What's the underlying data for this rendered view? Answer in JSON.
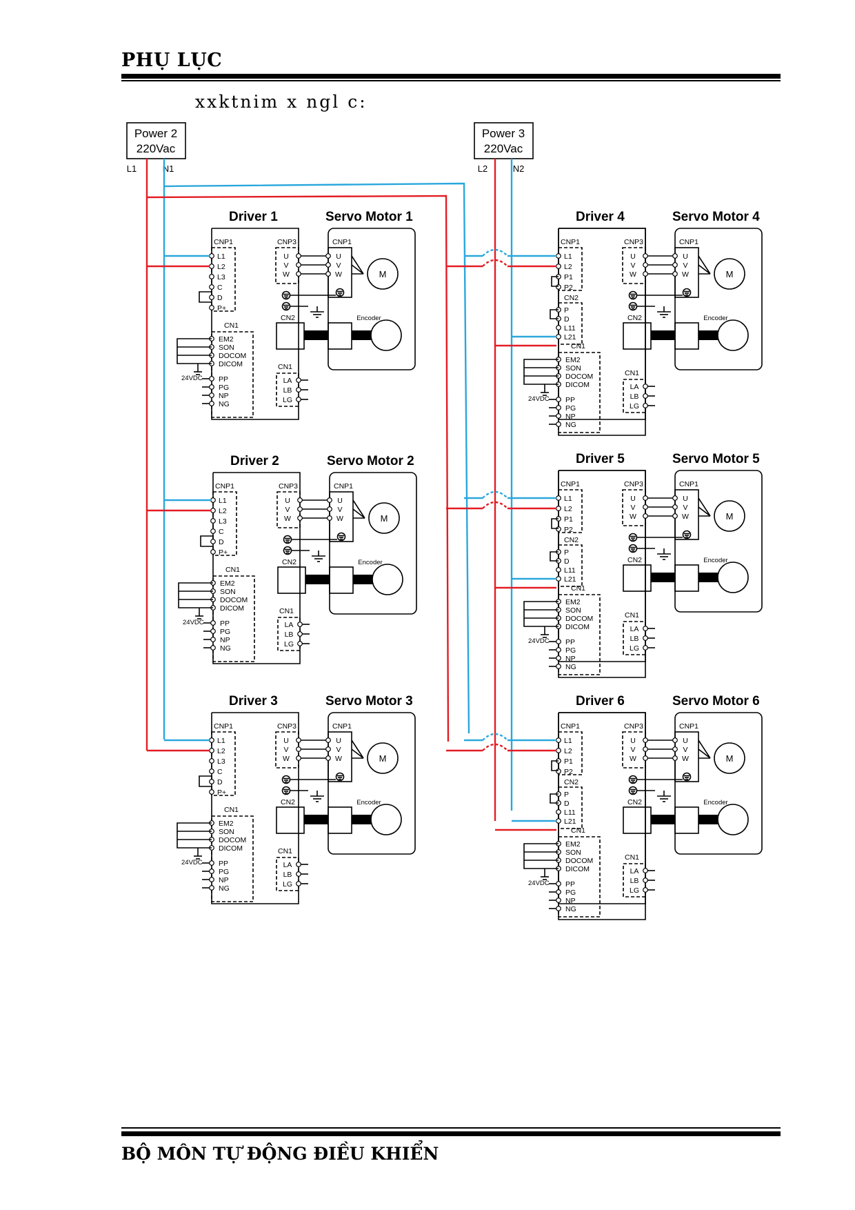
{
  "header": {
    "title": "PHỤ LỤC"
  },
  "caption": "xxktnim x ngl c:",
  "footer": {
    "title": "BỘ MÔN TỰ ĐỘNG ĐIỀU KHIỂN"
  },
  "colors": {
    "line_wire": "#e31c23",
    "neutral_wire": "#2aa7dc",
    "ink": "#000000"
  },
  "power_supplies": [
    {
      "name": "Power 2",
      "voltage": "220Vac",
      "line": "L1",
      "neutral": "N1"
    },
    {
      "name": "Power 3",
      "voltage": "220Vac",
      "line": "L2",
      "neutral": "N2"
    }
  ],
  "drivers": [
    {
      "driver": "Driver 1",
      "motor": "Servo Motor 1",
      "type": "A"
    },
    {
      "driver": "Driver 2",
      "motor": "Servo Motor 2",
      "type": "A"
    },
    {
      "driver": "Driver 3",
      "motor": "Servo Motor 3",
      "type": "A"
    },
    {
      "driver": "Driver 4",
      "motor": "Servo Motor 4",
      "type": "B"
    },
    {
      "driver": "Driver 5",
      "motor": "Servo Motor 5",
      "type": "B"
    },
    {
      "driver": "Driver 6",
      "motor": "Servo Motor 6",
      "type": "B"
    }
  ],
  "labels": {
    "cnp1": "CNP1",
    "cnp3": "CNP3",
    "cn1": "CN1",
    "cn2": "CN2",
    "terminals_a": [
      "L1",
      "L2",
      "L3",
      "C",
      "D",
      "P+"
    ],
    "terminals_b": [
      "L1",
      "L2",
      "P1",
      "P2"
    ],
    "cn2_terminals_b": [
      "P",
      "D",
      "L11",
      "L21"
    ],
    "uvw": [
      "U",
      "V",
      "W"
    ],
    "cn1_power": [
      "EM2",
      "SON",
      "DOCOM",
      "DICOM"
    ],
    "cn1_pulse": [
      "PP",
      "PG",
      "NP",
      "NG"
    ],
    "encoder_out": [
      "LA",
      "LB",
      "LG"
    ],
    "supply": "24VDC",
    "motor": "M",
    "encoder": "Encoder"
  }
}
